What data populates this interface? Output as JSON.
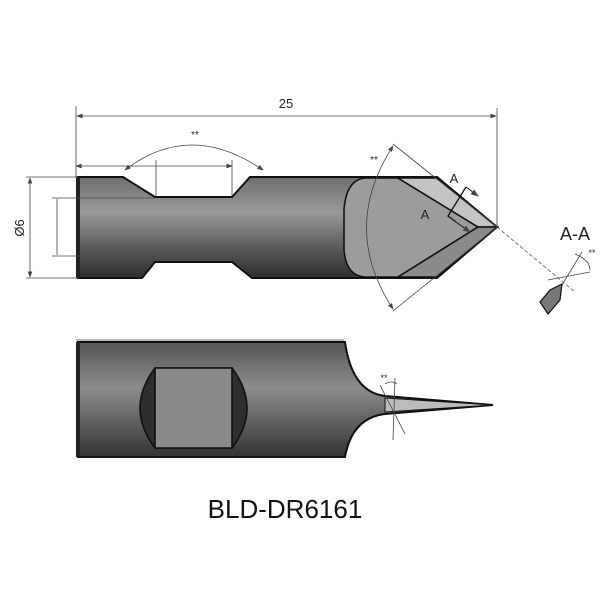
{
  "drawing": {
    "overall_length": "25",
    "diameter": "Ø6",
    "angle_unspecified": "**",
    "section_marker": "A",
    "section_title": "A-A",
    "part_code": "BLD-DR6161"
  },
  "colors": {
    "body_dark": "#3a3a3a",
    "body_mid": "#8a8a8a",
    "facet": "#b8b8b8",
    "line": "#111111"
  }
}
